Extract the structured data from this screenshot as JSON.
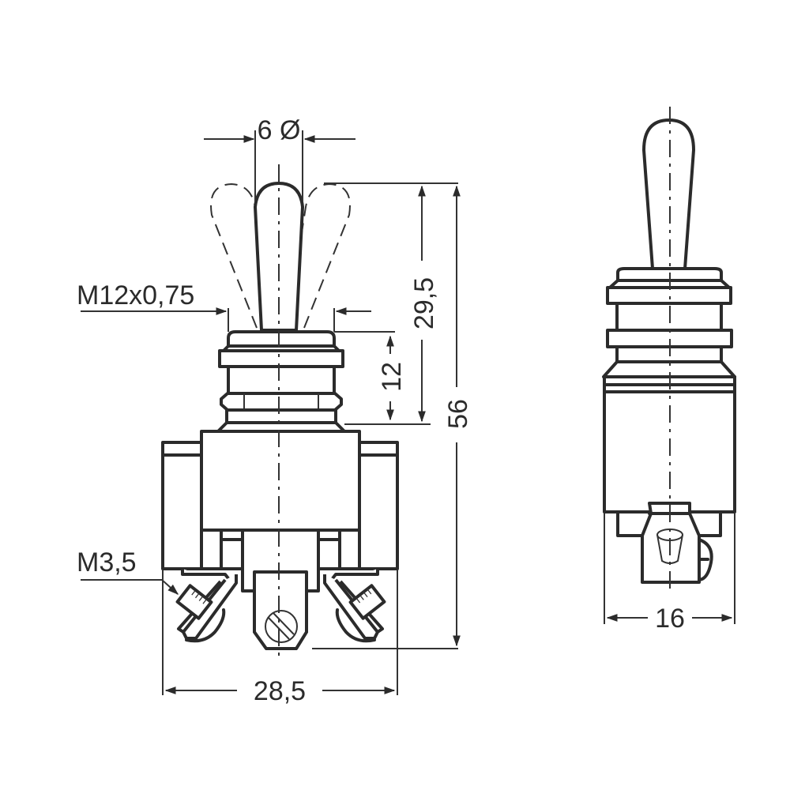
{
  "diagram": {
    "subject": "Toggle switch dimensional drawing",
    "views": {
      "front": "front-view",
      "side": "side-view"
    },
    "labels": {
      "lever_diameter": "6 Ø",
      "thread": "M12x0,75",
      "lever_height": "29,5",
      "bushing_length": "12",
      "total_height": "56",
      "terminal_screw": "M3,5",
      "body_width": "28,5",
      "body_depth": "16"
    },
    "colors": {
      "line": "#2b2b2b",
      "background": "#ffffff"
    }
  }
}
